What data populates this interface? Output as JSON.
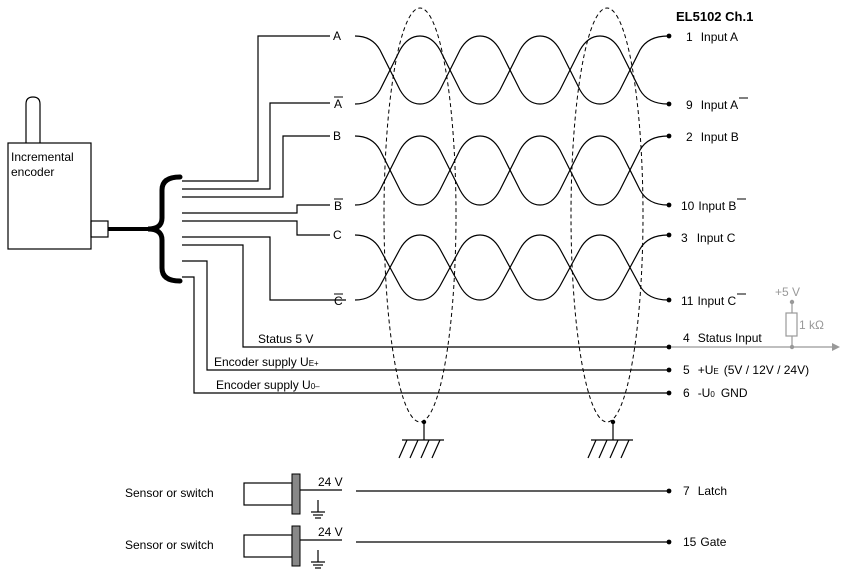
{
  "terminal_title": "EL5102 Ch.1",
  "encoder_label_line1": "Incremental",
  "encoder_label_line2": "encoder",
  "signals": {
    "a": "A",
    "a_bar": "A",
    "b": "B",
    "b_bar": "B",
    "c": "C",
    "c_bar": "C",
    "status": "Status 5 V",
    "supply_plus_main": "Encoder supply U",
    "supply_plus_sub": "E+",
    "supply_minus_main": "Encoder supply U",
    "supply_minus_sub": "0–"
  },
  "terminals": {
    "t1_num": "1",
    "t1_label": "Input A",
    "t9_num": "9",
    "t9_label": "Input ",
    "t9_bar": "A",
    "t2_num": "2",
    "t2_label": "Input B",
    "t10_num": "10",
    "t10_label": "Input ",
    "t10_bar": "B",
    "t3_num": "3",
    "t3_label": "Input C",
    "t11_num": "11",
    "t11_label": "Input ",
    "t11_bar": "C",
    "t4_num": "4",
    "t4_label": "Status Input",
    "t5_num": "5",
    "t5_pre": "+U",
    "t5_sub": "E",
    "t5_post": "(5V / 12V / 24V)",
    "t6_num": "6",
    "t6_pre": "-U",
    "t6_sub": "0",
    "t6_post": "GND",
    "t7_num": "7",
    "t7_label": "Latch",
    "t15_num": "15",
    "t15_label": "Gate"
  },
  "pullup": {
    "voltage": "+5 V",
    "resistor": "1 kΩ"
  },
  "sensors": [
    {
      "label": "Sensor or switch",
      "voltage": "24 V"
    },
    {
      "label": "Sensor or switch",
      "voltage": "24 V"
    }
  ]
}
